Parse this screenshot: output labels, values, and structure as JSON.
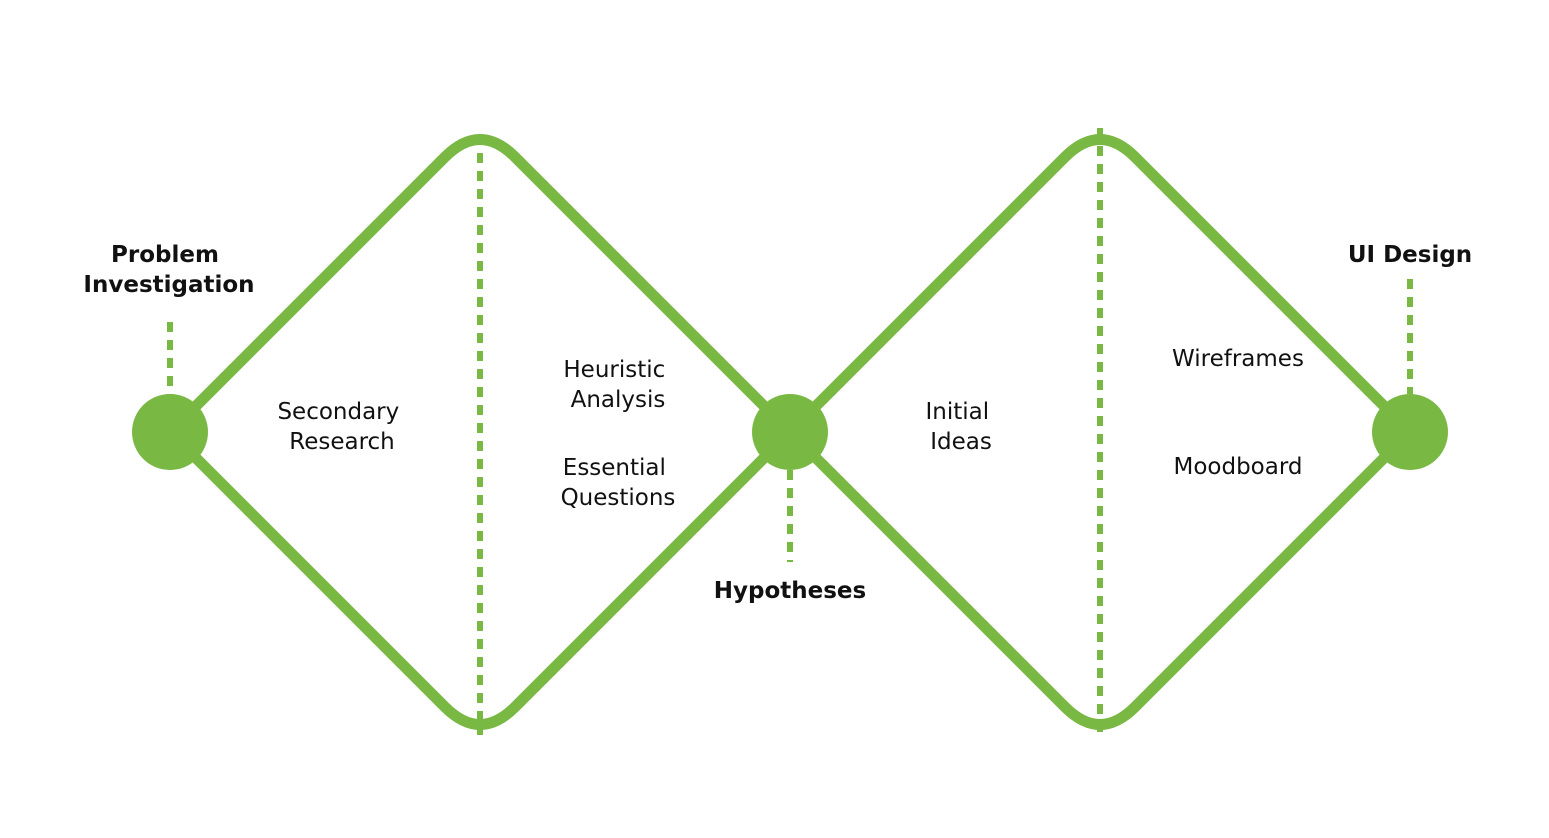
{
  "diagram": {
    "accent_color": "#7ab844",
    "milestones": {
      "problem_investigation": [
        "Problem",
        "Investigation"
      ],
      "hypotheses": "Hypotheses",
      "ui_design": "UI Design"
    },
    "diamond_1": {
      "left_half": [
        "Secondary",
        "Research"
      ],
      "right_half_top": [
        "Heuristic",
        "Analysis"
      ],
      "right_half_bottom": [
        "Essential",
        "Questions"
      ]
    },
    "diamond_2": {
      "left_half": [
        "Initial",
        "Ideas"
      ],
      "right_half_top": "Wireframes",
      "right_half_bottom": "Moodboard"
    }
  }
}
